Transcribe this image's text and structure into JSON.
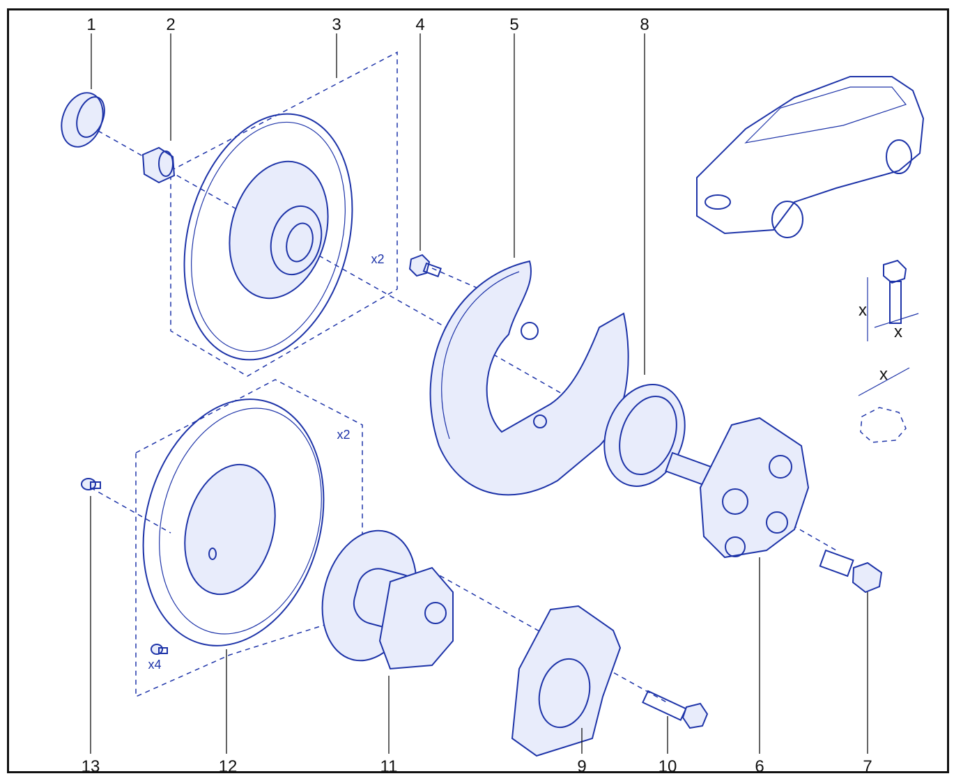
{
  "callouts": [
    {
      "id": "1",
      "label": "1"
    },
    {
      "id": "2",
      "label": "2"
    },
    {
      "id": "3",
      "label": "3"
    },
    {
      "id": "4",
      "label": "4"
    },
    {
      "id": "5",
      "label": "5"
    },
    {
      "id": "8",
      "label": "8"
    },
    {
      "id": "13",
      "label": "13"
    },
    {
      "id": "12",
      "label": "12"
    },
    {
      "id": "11",
      "label": "11"
    },
    {
      "id": "9",
      "label": "9"
    },
    {
      "id": "10",
      "label": "10"
    },
    {
      "id": "6",
      "label": "6"
    },
    {
      "id": "7",
      "label": "7"
    }
  ],
  "quantities": {
    "disc_top": "x2",
    "drum": "x2",
    "drum_screw": "x4"
  },
  "dimension_marks": {
    "bolt_x1": "x",
    "bolt_x2": "x",
    "nut_x": "x"
  },
  "colors": {
    "line": "#1d33a8",
    "text": "#111111"
  }
}
